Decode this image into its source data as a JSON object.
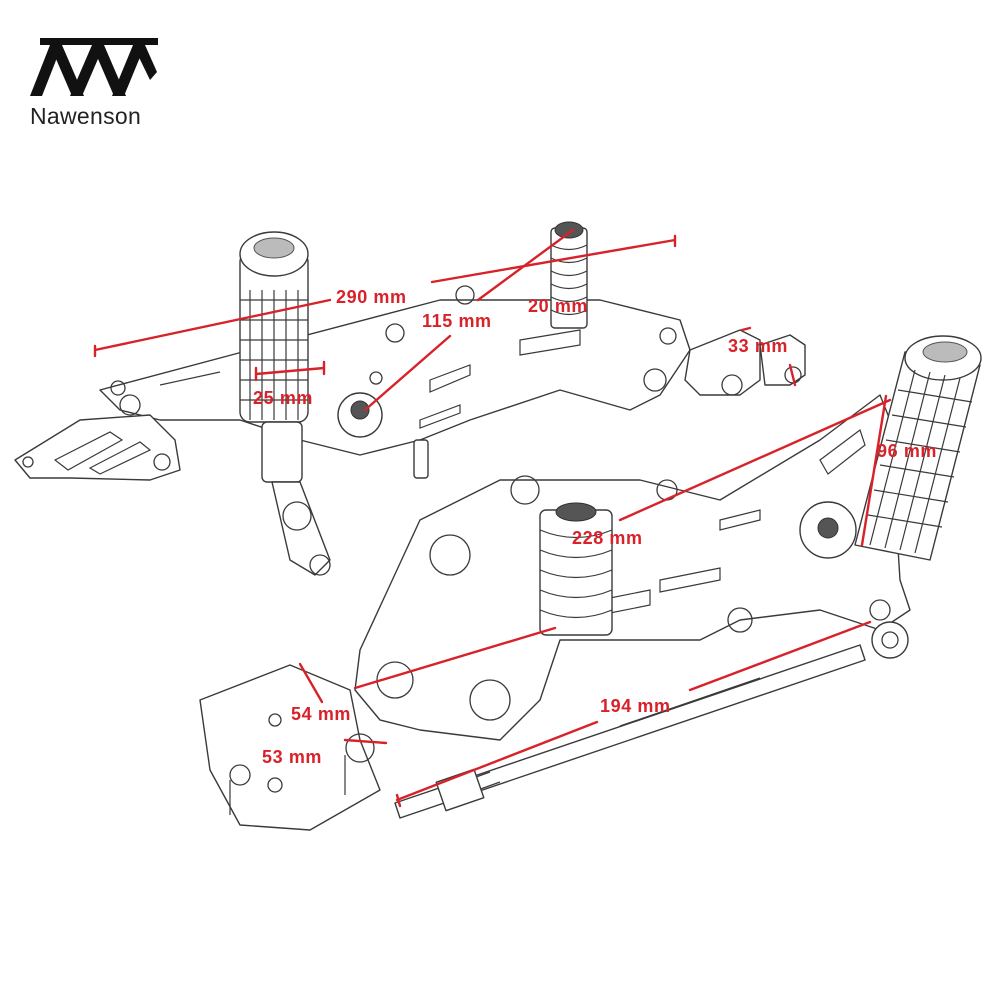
{
  "brand": {
    "name": "Nawenson",
    "logo_icon": "nw-monogram-logo"
  },
  "colors": {
    "dimension": "#d8222a",
    "ink": "#3a3a3a",
    "background": "#ffffff"
  },
  "dimensions": {
    "overall_length": "290 mm",
    "plate_width": "115 mm",
    "spring_height": "20 mm",
    "spacer_length": "33 mm",
    "peg_diameter": "25 mm",
    "peg_length": "96 mm",
    "lever_length": "228 mm",
    "block_height": "54 mm",
    "block_width": "53 mm",
    "rod_length": "194 mm"
  }
}
